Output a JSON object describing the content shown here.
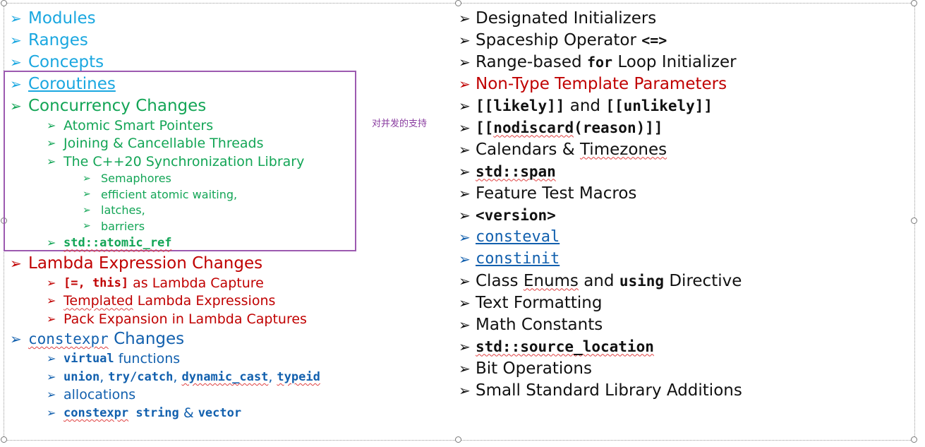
{
  "annotation": {
    "note": "对并发的支持"
  },
  "left": {
    "modules": "Modules",
    "ranges": "Ranges",
    "concepts": "Concepts",
    "coroutines": "Coroutines",
    "concurrency": "Concurrency Changes",
    "atomic_smart_pointers": "Atomic Smart Pointers",
    "joining_threads": "Joining & Cancellable Threads",
    "sync_library": "The C++20 Synchronization Library",
    "semaphores": "Semaphores",
    "atomic_waiting": "efficient atomic waiting,",
    "latches": "latches,",
    "barriers": "barriers",
    "atomic_ref": "std::atomic_ref",
    "lambda": "Lambda Expression Changes",
    "lambda_capture_code": "[=, this]",
    "lambda_capture_text": " as Lambda Capture",
    "templated_lambda_a": "Templated",
    "templated_lambda_b": " Lambda Expressions",
    "pack_expansion": "Pack Expansion in Lambda Captures",
    "constexpr_code": "constexpr",
    "constexpr_text": " Changes",
    "virtual_code": "virtual",
    "virtual_text": " functions",
    "union_code": "union",
    "sep1": ", ",
    "trycatch_code": "try/catch",
    "sep2": ", ",
    "dynamic_cast_code": "dynamic_cast",
    "sep3": ", ",
    "typeid_code": "typeid",
    "allocations": "allocations",
    "constexpr2_code": "constexpr",
    "string_code": " string",
    "amp": " & ",
    "vector_code": "vector"
  },
  "right": {
    "designated": "Designated Initializers",
    "spaceship_text": "Spaceship Operator ",
    "spaceship_code": "<=>",
    "range_for_a": "Range-based ",
    "range_for_code": "for",
    "range_for_b": " Loop Initializer",
    "nttp": "Non-Type Template Parameters",
    "likely_code": "[[likely]]",
    "likely_and": " and ",
    "unlikely_code": "[[unlikely]]",
    "nodiscard_a": "[[",
    "nodiscard_b": "nodiscard",
    "nodiscard_c": "(reason)]]",
    "calendars_a": "Calendars & ",
    "calendars_b": "Timezones",
    "span_code": "std::span",
    "feature_macros": "Feature Test Macros",
    "version_code": "<version>",
    "consteval_code": "consteval",
    "constinit_code": "constinit",
    "class_enums_a": "Class ",
    "class_enums_b": "Enums",
    "class_enums_c": " and ",
    "using_code": "using",
    "class_enums_d": " Directive",
    "text_formatting": "Text Formatting",
    "math_constants": "Math Constants",
    "source_location_code": "std::source_location",
    "bit_ops": "Bit Operations",
    "small_additions": "Small Standard Library Additions"
  },
  "icons": {
    "bullet": "arrow-bullet-icon"
  },
  "colors": {
    "cyan": "#1aa7e0",
    "green": "#13a556",
    "red": "#c00000",
    "blue": "#1260ae",
    "black": "#111111",
    "box": "#9c5ab0"
  }
}
